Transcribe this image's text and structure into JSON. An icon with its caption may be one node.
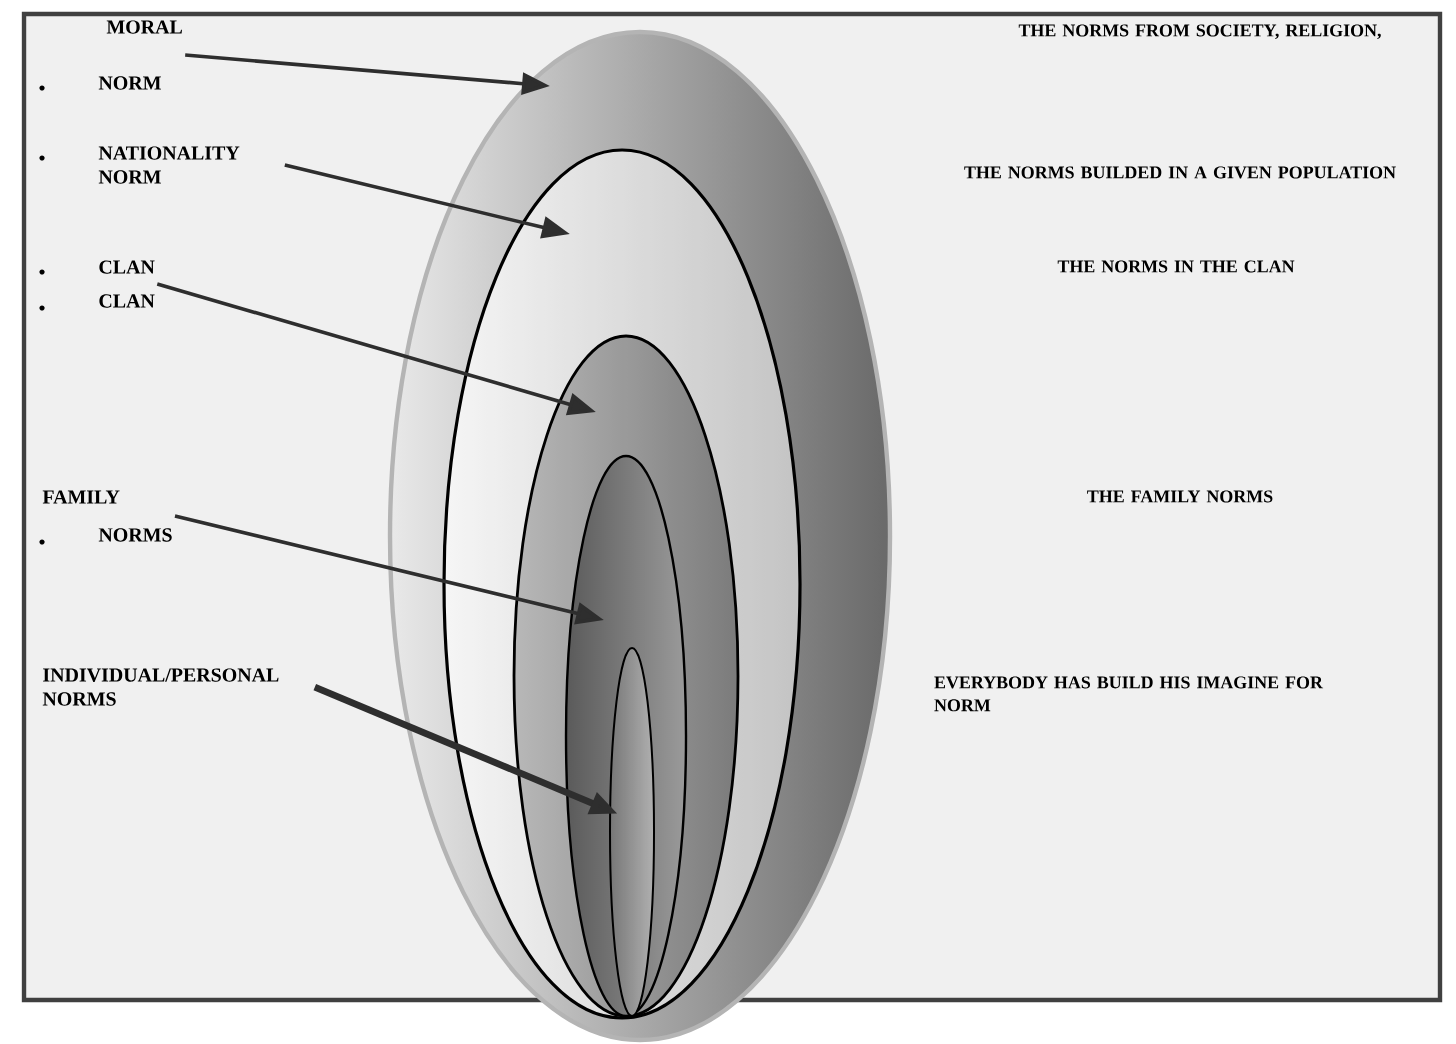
{
  "diagram": {
    "nodes": [
      {
        "text": [
          "MORAL",
          "NORM"
        ]
      },
      {
        "text": [
          "NATIONALITY NORM"
        ]
      },
      {
        "text": [
          "CLAN",
          "CLAN"
        ]
      },
      {
        "text": [
          "FAMILY",
          "NORMS"
        ]
      },
      {
        "text": [
          "INDIVIDUAL/PERSONAL NORMS"
        ]
      },
      {
        "text": [],
        "shape": "ellipse"
      },
      {
        "text": [],
        "shape": "ellipse",
        "in": 5
      },
      {
        "text": [],
        "shape": "ellipse",
        "in": 6
      },
      {
        "text": [],
        "shape": "ellipse",
        "in": 7
      },
      {
        "text": [],
        "shape": "ellipse",
        "in": 8
      }
    ],
    "edges": [
      {
        "from": 0,
        "to": 5,
        "arrow": "to"
      },
      {
        "from": 1,
        "to": 6,
        "arrow": "to"
      },
      {
        "from": 2,
        "to": 7,
        "arrow": "to"
      },
      {
        "from": 3,
        "to": 8,
        "arrow": "to"
      },
      {
        "from": 4,
        "to": 9,
        "arrow": "to",
        "style": "thick"
      }
    ],
    "labels": [
      "THE NORMS FROM SOCIETY, RELIGION,",
      "THE NORMS BUILDED IN A GIVEN POPULATION",
      "THE NORMS IN THE CLAN",
      "THE FAMILY NORMS",
      "EVERYBODY HAS BUILD HIS IMAGINE FOR NORM"
    ]
  }
}
